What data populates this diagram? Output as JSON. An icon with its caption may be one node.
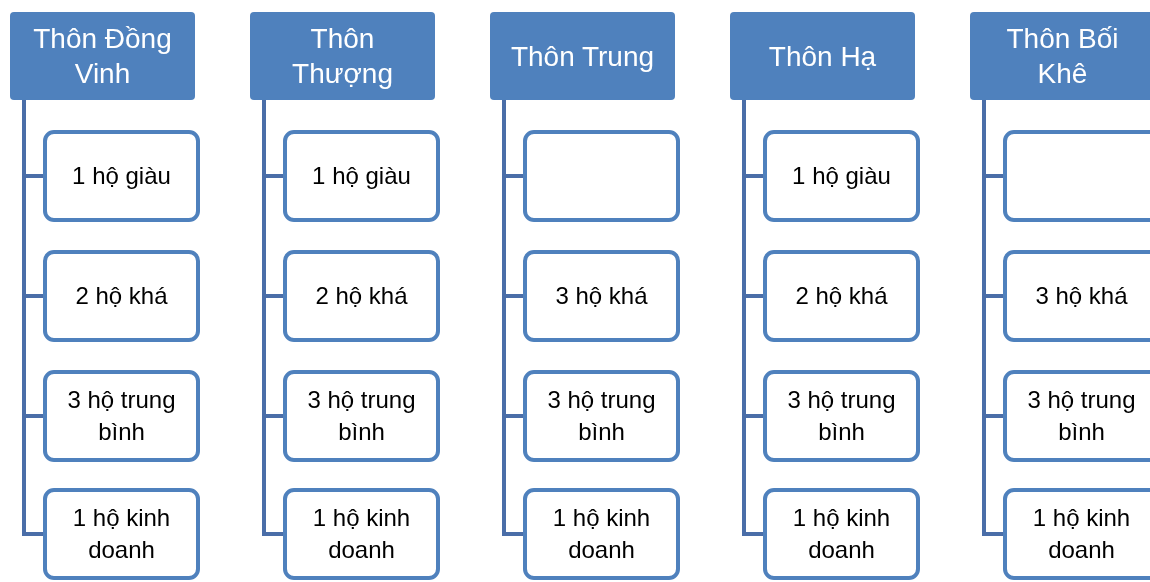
{
  "diagram": {
    "nodes": [
      {
        "text": [
          "Thôn Đồng Vinh"
        ]
      },
      {
        "text": [
          "1 hộ giàu"
        ]
      },
      {
        "text": [
          "2 hộ khá"
        ]
      },
      {
        "text": [
          "3 hộ trung bình"
        ]
      },
      {
        "text": [
          "1 hộ kinh doanh"
        ]
      },
      {
        "text": [
          "Thôn Thượng"
        ]
      },
      {
        "text": [
          "1 hộ giàu"
        ]
      },
      {
        "text": [
          "2 hộ khá"
        ]
      },
      {
        "text": [
          "3 hộ trung bình"
        ]
      },
      {
        "text": [
          "1 hộ kinh doanh"
        ]
      },
      {
        "text": [
          "Thôn Trung"
        ]
      },
      {
        "text": [],
        "shape": "box"
      },
      {
        "text": [
          "3 hộ khá"
        ]
      },
      {
        "text": [
          "3 hộ trung bình"
        ]
      },
      {
        "text": [
          "1 hộ kinh doanh"
        ]
      },
      {
        "text": [
          "Thôn Hạ"
        ]
      },
      {
        "text": [
          "1 hộ giàu"
        ]
      },
      {
        "text": [
          "2 hộ khá"
        ]
      },
      {
        "text": [
          "3 hộ trung bình"
        ]
      },
      {
        "text": [
          "1 hộ kinh doanh"
        ]
      },
      {
        "text": [
          "Thôn Bối Khê"
        ]
      },
      {
        "text": [],
        "shape": "box"
      },
      {
        "text": [
          "3 hộ khá"
        ]
      },
      {
        "text": [
          "3 hộ trung bình"
        ]
      },
      {
        "text": [
          "1 hộ kinh doanh"
        ]
      }
    ],
    "edges": [
      {
        "from": 0,
        "to": 1,
        "arrow": "none"
      },
      {
        "from": 0,
        "to": 2,
        "arrow": "none"
      },
      {
        "from": 0,
        "to": 3,
        "arrow": "none"
      },
      {
        "from": 0,
        "to": 4,
        "arrow": "none"
      },
      {
        "from": 5,
        "to": 6,
        "arrow": "none"
      },
      {
        "from": 5,
        "to": 7,
        "arrow": "none"
      },
      {
        "from": 5,
        "to": 8,
        "arrow": "none"
      },
      {
        "from": 5,
        "to": 9,
        "arrow": "none"
      },
      {
        "from": 10,
        "to": 11,
        "arrow": "none"
      },
      {
        "from": 10,
        "to": 12,
        "arrow": "none"
      },
      {
        "from": 10,
        "to": 13,
        "arrow": "none"
      },
      {
        "from": 10,
        "to": 14,
        "arrow": "none"
      },
      {
        "from": 15,
        "to": 16,
        "arrow": "none"
      },
      {
        "from": 15,
        "to": 17,
        "arrow": "none"
      },
      {
        "from": 15,
        "to": 18,
        "arrow": "none"
      },
      {
        "from": 15,
        "to": 19,
        "arrow": "none"
      },
      {
        "from": 20,
        "to": 21,
        "arrow": "none"
      },
      {
        "from": 20,
        "to": 22,
        "arrow": "none"
      },
      {
        "from": 20,
        "to": 23,
        "arrow": "none"
      },
      {
        "from": 20,
        "to": 24,
        "arrow": "none"
      }
    ]
  }
}
